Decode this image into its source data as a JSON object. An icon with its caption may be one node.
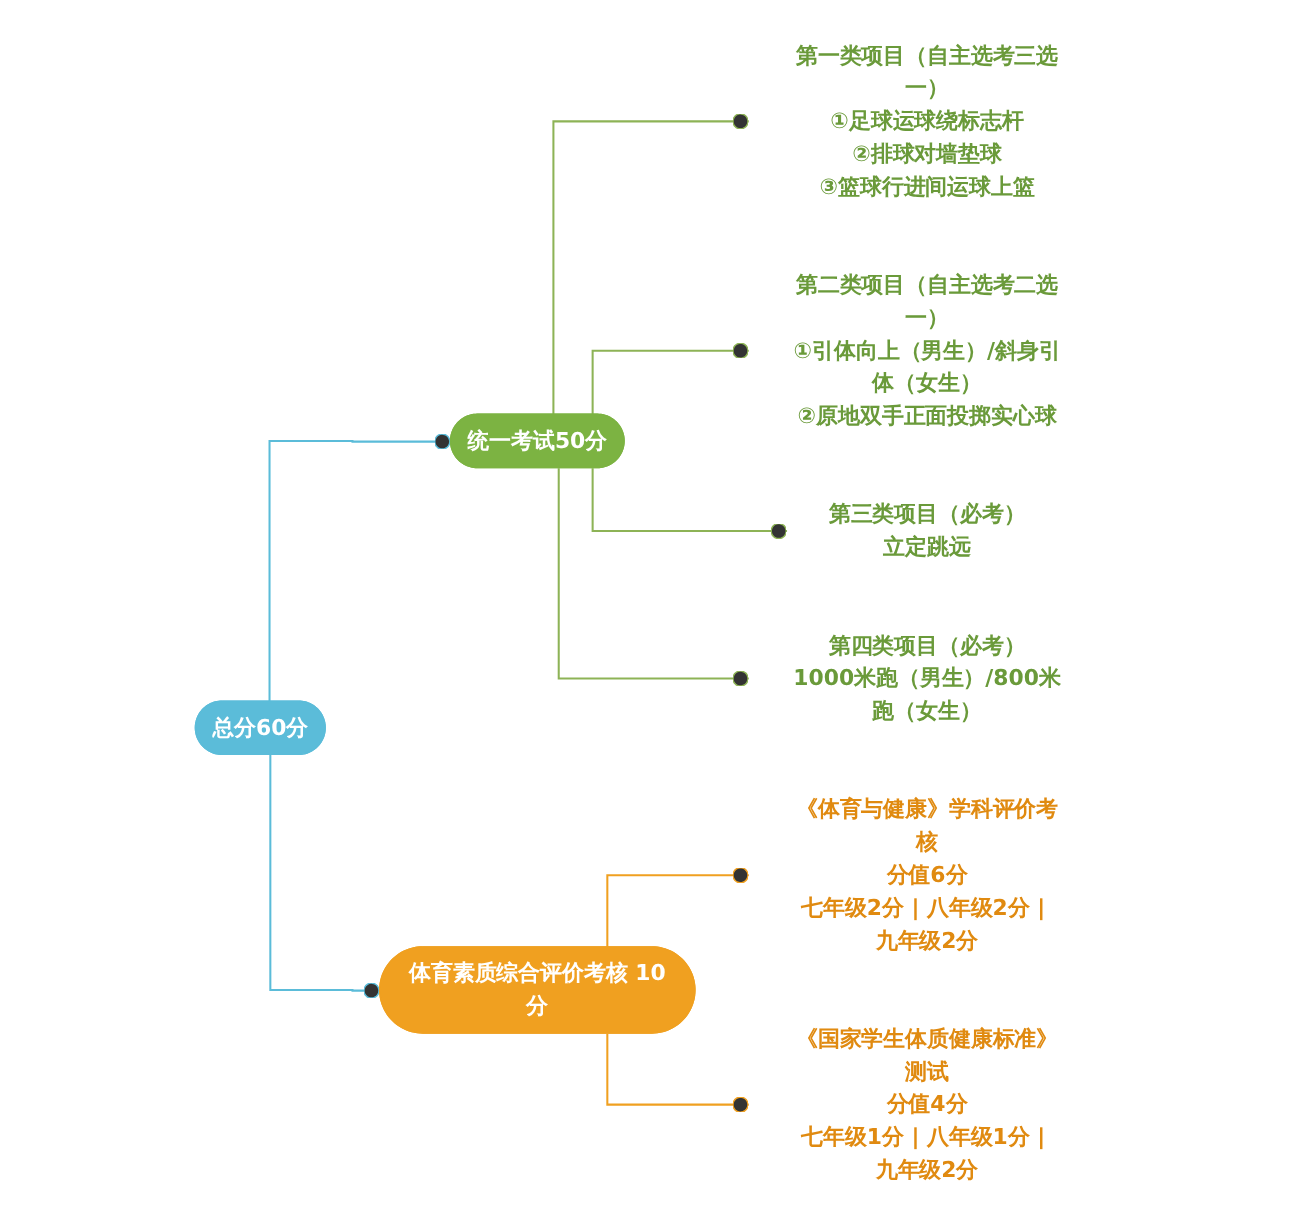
{
  "diagram": {
    "nodes": [
      {
        "text": [
          "总分60分"
        ]
      },
      {
        "text": [
          "统一考试50分"
        ]
      },
      {
        "text": [
          "第一类项目（自主选考三选一）",
          "①足球运球绕标志杆",
          "②排球对墙垫球",
          "③篮球行进间运球上篮"
        ]
      },
      {
        "text": [
          "第二类项目（自主选考二选一）",
          "①引体向上（男生）/斜身引体（女生）",
          "②原地双手正面投掷实心球"
        ]
      },
      {
        "text": [
          "第三类项目（必考）",
          "立定跳远"
        ]
      },
      {
        "text": [
          "第四类项目（必考）",
          "1000米跑（男生）/800米跑（女生）"
        ]
      },
      {
        "text": [
          "体育素质综合评价考核 10分"
        ]
      },
      {
        "text": [
          "《体育与健康》学科评价考核",
          "分值6分",
          "七年级2分 | 八年级2分 | 九年级2分"
        ]
      },
      {
        "text": [
          "《国家学生体质健康标准》测试",
          "分值4分",
          "七年级1分 | 八年级1分 | 九年级2分"
        ]
      }
    ],
    "edges": [
      {
        "from": 0,
        "to": 1,
        "arrow": "other",
        "color": "#5bbcd9"
      },
      {
        "from": 0,
        "to": 6,
        "arrow": "other",
        "color": "#5bbcd9"
      },
      {
        "from": 1,
        "to": 2,
        "arrow": "other"
      },
      {
        "from": 1,
        "to": 3,
        "arrow": "other"
      },
      {
        "from": 1,
        "to": 4,
        "arrow": "other"
      },
      {
        "from": 1,
        "to": 5,
        "arrow": "other"
      },
      {
        "from": 6,
        "to": 7,
        "arrow": "other",
        "color": "#f0a020"
      },
      {
        "from": 6,
        "to": 8,
        "arrow": "other",
        "color": "#f0a020"
      }
    ]
  }
}
